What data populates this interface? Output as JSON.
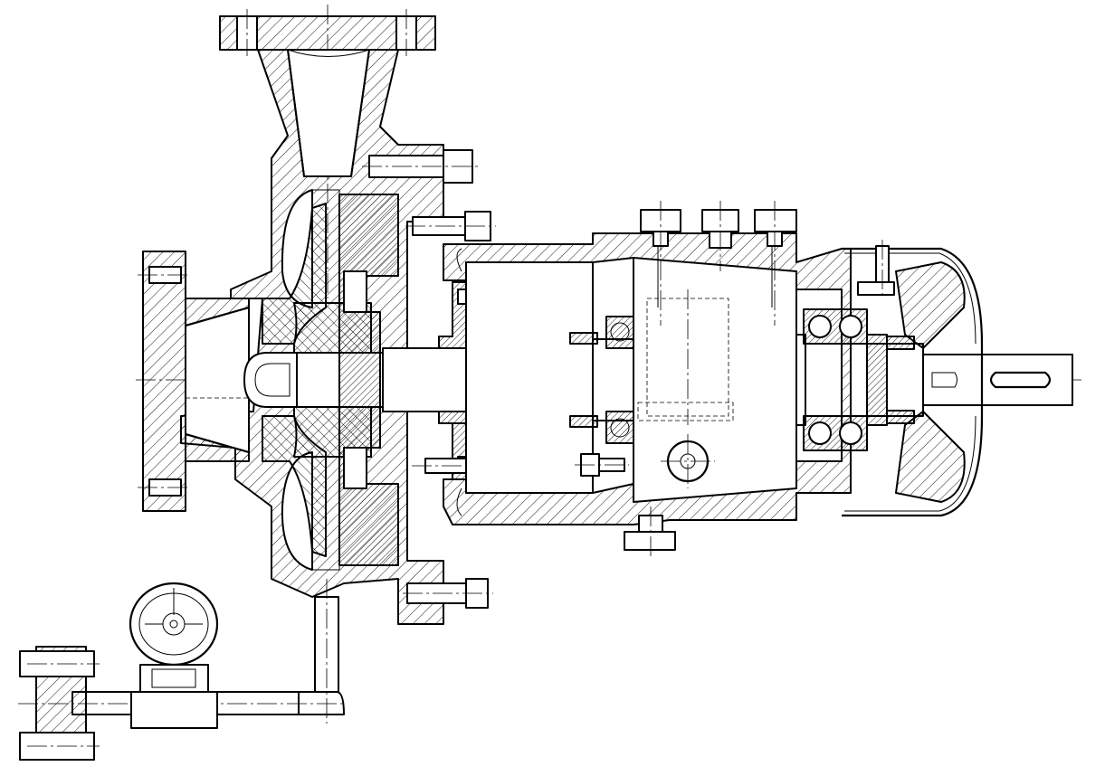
{
  "drawing": {
    "components": [
      {
        "id": "discharge-flange",
        "icon": "flange-icon"
      },
      {
        "id": "volute-casing",
        "icon": "casing-icon"
      },
      {
        "id": "suction-flange",
        "icon": "flange-icon"
      },
      {
        "id": "impeller",
        "icon": "impeller-icon"
      },
      {
        "id": "impeller-nut",
        "icon": "nut-icon"
      },
      {
        "id": "casing-cover",
        "icon": "cover-icon"
      },
      {
        "id": "mechanical-seal",
        "icon": "seal-icon"
      },
      {
        "id": "shaft",
        "icon": "shaft-icon"
      },
      {
        "id": "bearing-housing",
        "icon": "housing-icon"
      },
      {
        "id": "ball-bearing-front",
        "icon": "bearing-icon"
      },
      {
        "id": "ball-bearing-rear",
        "icon": "bearing-icon"
      },
      {
        "id": "oil-level-sight",
        "icon": "sight-glass-icon"
      },
      {
        "id": "fan-cover",
        "icon": "fan-guard-icon"
      },
      {
        "id": "shaft-key",
        "icon": "key-icon"
      },
      {
        "id": "flushing-valve",
        "icon": "valve-icon"
      },
      {
        "id": "flushing-pipe",
        "icon": "pipe-icon"
      }
    ]
  }
}
